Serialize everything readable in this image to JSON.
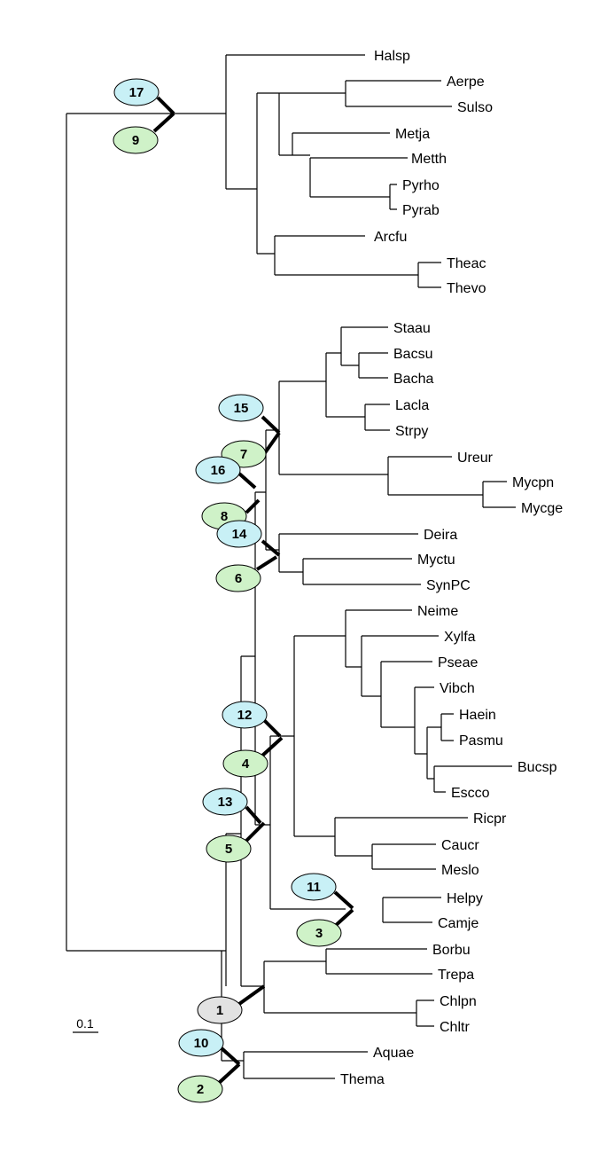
{
  "colors": {
    "blue": "#c8f0f6",
    "green": "#cff2c8",
    "grey": "#e2e2e2"
  },
  "taxa": {
    "halsp": "Halsp",
    "aerpe": "Aerpe",
    "sulso": "Sulso",
    "metja": "Metja",
    "metth": "Metth",
    "pyrho": "Pyrho",
    "pyrab": "Pyrab",
    "arcfu": "Arcfu",
    "theac": "Theac",
    "thevo": "Thevo",
    "staau": "Staau",
    "bacsu": "Bacsu",
    "bacha": "Bacha",
    "lacla": "Lacla",
    "strpy": "Strpy",
    "ureur": "Ureur",
    "mycpn": "Mycpn",
    "mycge": "Mycge",
    "deira": "Deira",
    "myctu": "Myctu",
    "synpc": "SynPC",
    "neime": "Neime",
    "xylfa": "Xylfa",
    "pseae": "Pseae",
    "vibch": "Vibch",
    "haein": "Haein",
    "pasmu": "Pasmu",
    "bucsp": "Bucsp",
    "escco": "Escco",
    "ricpr": "Ricpr",
    "caucr": "Caucr",
    "meslo": "Meslo",
    "helpy": "Helpy",
    "camje": "Camje",
    "borbu": "Borbu",
    "trepa": "Trepa",
    "chlpn": "Chlpn",
    "chltr": "Chltr",
    "aquae": "Aquae",
    "thema": "Thema"
  },
  "nodes": {
    "n1": "1",
    "n2": "2",
    "n3": "3",
    "n4": "4",
    "n5": "5",
    "n6": "6",
    "n7": "7",
    "n8": "8",
    "n9": "9",
    "n10": "10",
    "n11": "11",
    "n12": "12",
    "n13": "13",
    "n14": "14",
    "n15": "15",
    "n16": "16",
    "n17": "17"
  },
  "scale": {
    "label": "0.1"
  }
}
